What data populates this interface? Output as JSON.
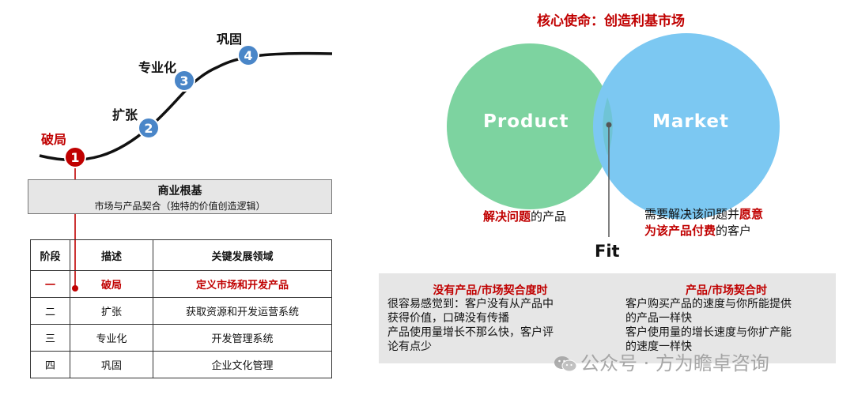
{
  "lifecycle": {
    "stages": [
      {
        "number": "1",
        "label": "破局"
      },
      {
        "number": "2",
        "label": "扩张"
      },
      {
        "number": "3",
        "label": "专业化"
      },
      {
        "number": "4",
        "label": "巩固"
      }
    ],
    "colors": {
      "stage1": "#c00000",
      "others": "#4a86c8",
      "curve": "#111111"
    }
  },
  "foundation": {
    "title": "商业根基",
    "subtitle": "市场与产品契合（独特的价值创造逻辑）"
  },
  "table": {
    "headers": [
      "阶段",
      "描述",
      "关键发展领域"
    ],
    "rows": [
      {
        "stage": "一",
        "desc": "破局",
        "area": "定义市场和开发产品",
        "highlight": true
      },
      {
        "stage": "二",
        "desc": "扩张",
        "area": "获取资源和开发运营系统",
        "highlight": false
      },
      {
        "stage": "三",
        "desc": "专业化",
        "area": "开发管理系统",
        "highlight": false
      },
      {
        "stage": "四",
        "desc": "巩固",
        "area": "企业文化管理",
        "highlight": false
      }
    ]
  },
  "venn": {
    "mission": "核心使命：创造利基市场",
    "left": "Product",
    "right": "Market",
    "fit": "Fit",
    "left_caption_red": "解决问题",
    "left_caption_rest": "的产品",
    "right_caption_line1_a": "需要解决该问题并",
    "right_caption_line1_red": "愿意",
    "right_caption_line2_red": "为该产品付费",
    "right_caption_line2_rest": "的客户",
    "colors": {
      "product": "#7dd3a0",
      "market": "#7cc8f2",
      "overlap": "#6fc4d6"
    }
  },
  "comparison": {
    "left_title": "没有产品/市场契合度时",
    "left_lines": [
      "很容易感觉到：客户没有从产品中",
      "获得价值，口碑没有传播",
      "产品使用量增长不那么快，客户评",
      "论有点少"
    ],
    "right_title": "产品/市场契合时",
    "right_lines": [
      "客户购买产品的速度与你所能提供",
      "的产品一样快",
      "客户使用量的增长速度与你扩产能",
      "的速度一样快"
    ]
  },
  "watermark": "公众号 · 方为瞻卓咨询"
}
